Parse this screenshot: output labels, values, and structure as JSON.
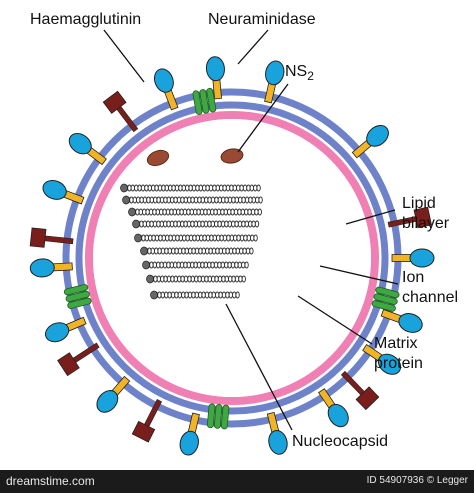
{
  "labels": {
    "haemagglutinin": "Haemagglutinin",
    "neuraminidase": "Neuraminidase",
    "ns2_base": "NS",
    "ns2_sub": "2",
    "lipid_line1": "Lipid",
    "lipid_line2": "bilayer",
    "ion_line1": "Ion",
    "ion_line2": "channel",
    "matrix_line1": "Matrix",
    "matrix_line2": "protein",
    "nucleocapsid": "Nucleocapsid"
  },
  "footer": {
    "site": "dreamstime.com",
    "credit": "ID 54907936 © Legger"
  },
  "colors": {
    "membrane_blue": "#6d82c8",
    "matrix_pink": "#f07fb4",
    "interior_white": "#ffffff",
    "ha_head": "#19a3dd",
    "ha_stalk": "#f2b427",
    "na_color": "#7a1e1c",
    "ion_channel": "#3fa843",
    "ns2_brown": "#9a4a32",
    "nucleocapsid": "#333333"
  }
}
